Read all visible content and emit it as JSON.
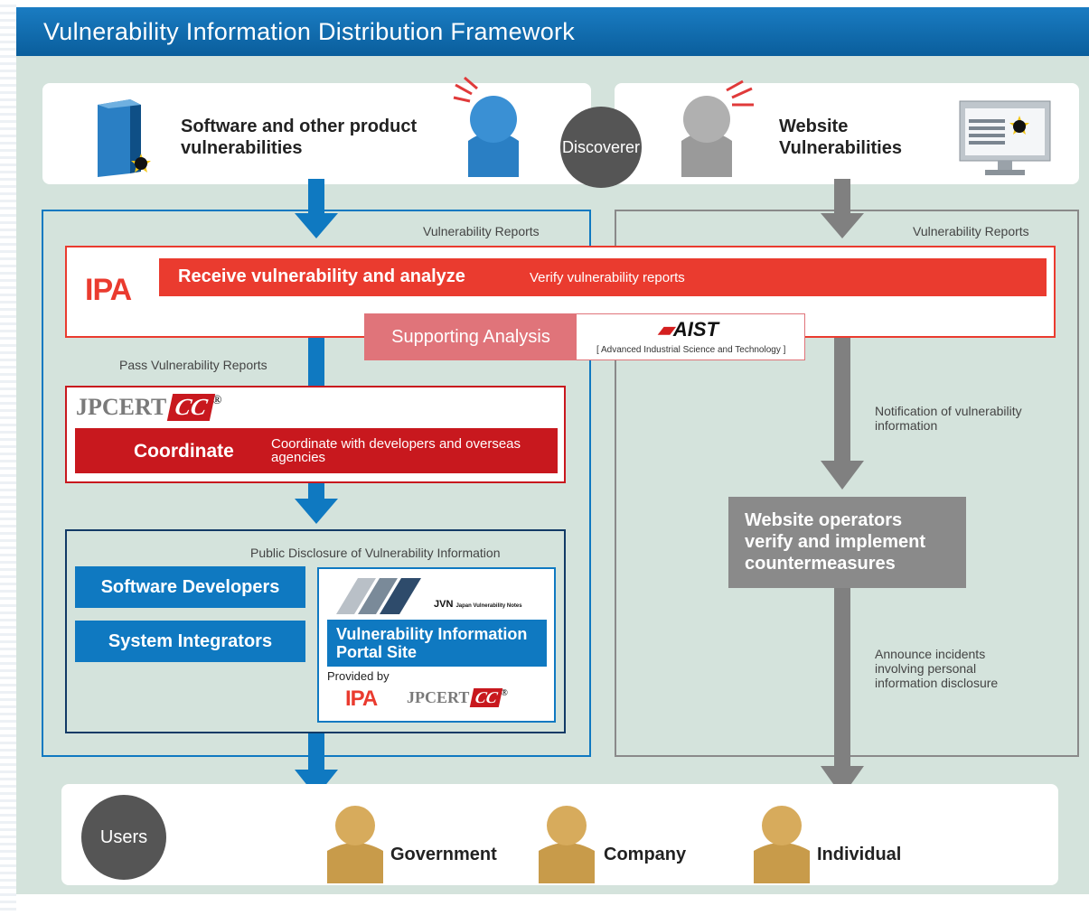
{
  "title": "Vulnerability Information Distribution Framework",
  "discoverer": {
    "software_label": "Software and other product vulnerabilities",
    "badge": "Discoverer",
    "website_label": "Website Vulnerabilities"
  },
  "left": {
    "reports_label": "Vulnerability Reports",
    "ipa_logo": "IPA",
    "receive_label": "Receive vulnerability and analyze",
    "verify_label": "Verify vulnerability reports",
    "supporting_label": "Supporting Analysis",
    "aist_logo": "AIST",
    "aist_sub": "[ Advanced Industrial Science and Technology ]",
    "pass_label": "Pass Vulnerability Reports",
    "jpcert_logo": "JPCERT",
    "cc_logo": "CC",
    "coordinate_label": "Coordinate",
    "coordinate_desc": "Coordinate with developers and overseas agencies",
    "disclosure_label": "Public Disclosure of Vulnerability Information",
    "software_dev": "Software Developers",
    "system_int": "System Integrators",
    "jvn_logo": "JVN",
    "jvn_sub": "Japan Vulnerability Notes",
    "portal_label": "Vulnerability Information Portal Site",
    "provided_by": "Provided by"
  },
  "right": {
    "reports_label": "Vulnerability Reports",
    "notification_label": "Notification of vulnerability information",
    "operators_label": "Website operators verify and implement countermeasures",
    "announce_label": "Announce incidents involving personal information disclosure"
  },
  "users": {
    "badge": "Users",
    "items": [
      "Government",
      "Company",
      "Individual"
    ]
  },
  "colors": {
    "blue": "#0f79c1",
    "red": "#ea3b2f",
    "darkred": "#c8181e",
    "pink": "#e0747a",
    "gray": "#8a8a8a",
    "panel": "#d4e3dc"
  }
}
